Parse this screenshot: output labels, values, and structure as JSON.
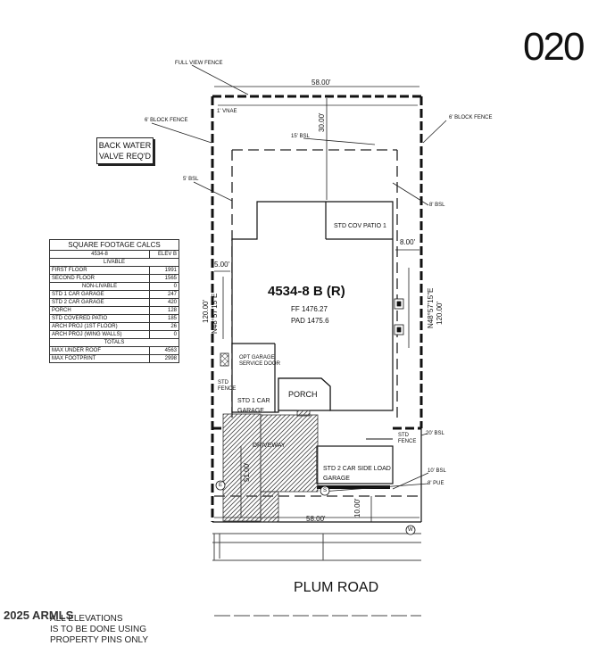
{
  "lot_number": "020",
  "labels": {
    "full_view_fence": "FULL VIEW FENCE",
    "vnae": "1' VNAE",
    "block_fence_left": "6' BLOCK FENCE",
    "block_fence_right": "6' BLOCK FENCE",
    "rear_bsl": "15' BSL",
    "left_bsl": "5' BSL",
    "right_bsl": "8' BSL",
    "dim_top": "58.00'",
    "dim_rear_setback": "30.00'",
    "dim_right_setback": "8.00'",
    "dim_left_setback": "5.00'",
    "left_bearing": "N48°57'15\"E",
    "left_length": "120.00'",
    "right_bearing": "N48°57'15\"E",
    "right_length": "120.00'",
    "patio": "STD COV PATIO 1",
    "plan": "4534-8 B (R)",
    "ff": "FF 1476.27",
    "pad": "PAD 1475.6",
    "opt_garage_door": "OPT GARAGE\nSERVICE DOOR",
    "std_fence_left": "STD\nFENCE",
    "garage_1": "STD 1 CAR\nGARAGE",
    "porch": "PORCH",
    "std_fence_right": "STD\nFENCE",
    "side_bsl": "20' BSL",
    "driveway": "DRIVEWAY",
    "garage_2": "STD 2 CAR SIDE LOAD\nGARAGE",
    "front_bsl": "10' BSL",
    "pue": "8' PUE",
    "dim_front_width": "58.00'",
    "dim_front_setback": "10.00'",
    "dim_left_width": "51.00'",
    "road_name": "PLUM ROAD",
    "backwater": "BACK WATER\nVALVE REQ'D",
    "marker_e": "E",
    "marker_s": "S",
    "marker_w": "W",
    "copyright": "2025 ARMLS",
    "bottom_note": "ALL ELEVATIONS\nIS TO BE DONE USING\nPROPERTY PINS ONLY"
  },
  "calcs": {
    "title": "SQUARE FOOTAGE CALCS",
    "plan": "4534-8",
    "elev": "ELEV B",
    "livable_header": "LIVABLE",
    "first_floor_label": "FIRST FLOOR",
    "first_floor": "1991",
    "second_floor_label": "SECOND FLOOR",
    "second_floor": "1565",
    "non_livable_label": "NON-LIVABLE",
    "non_livable": "0",
    "car1_label": "STD 1 CAR GARAGE",
    "car1": "247",
    "car2_label": "STD 2 CAR GARAGE",
    "car2": "420",
    "porch_label": "PORCH",
    "porch": "128",
    "patio_label": "STD COVERED PATIO",
    "patio": "185",
    "arch1_label": "ARCH PROJ (1ST FLOOR)",
    "arch1": "26",
    "arch2_label": "ARCH PROJ (WING WALLS)",
    "arch2": "0",
    "totals_header": "TOTALS",
    "max_under_roof_label": "MAX UNDER ROOF",
    "max_under_roof": "4563",
    "max_footprint_label": "MAX FOOTPRINT",
    "max_footprint": "2998"
  }
}
